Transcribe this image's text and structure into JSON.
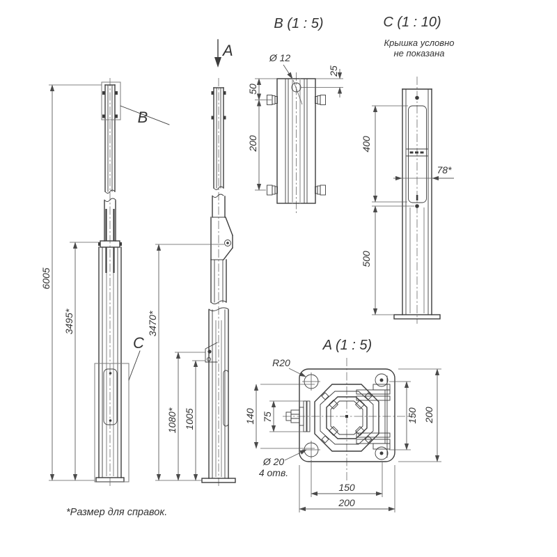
{
  "footnote": "*Размер для справок.",
  "colors": {
    "background": "#ffffff",
    "line": "#3c3c3c",
    "dim_line": "#5a5a5a",
    "text": "#333333"
  },
  "front_view": {
    "dim_total": "6005",
    "dim_upper": "3495*",
    "callout_b": "B",
    "callout_c": "C"
  },
  "side_view": {
    "section_label": "A",
    "dim_3470": "3470*",
    "dim_1080": "1080*",
    "dim_1005": "1005"
  },
  "view_b": {
    "title": "B (1 : 5)",
    "dim_hole": "Ø 12",
    "dim_50": "50",
    "dim_200": "200",
    "dim_25": "25"
  },
  "view_c": {
    "title": "C (1 : 10)",
    "note1": "Крышка условно",
    "note2": "не показана",
    "dim_400": "400",
    "dim_78": "78*",
    "dim_500": "500"
  },
  "view_a": {
    "title": "A (1 : 5)",
    "dim_r20": "R20",
    "dim_140": "140",
    "dim_75": "75",
    "dim_150_v": "150",
    "dim_200_v": "200",
    "dim_150_h": "150",
    "dim_200_h": "200",
    "dim_hole_d": "Ø 20",
    "dim_hole_n": "4 отв."
  }
}
